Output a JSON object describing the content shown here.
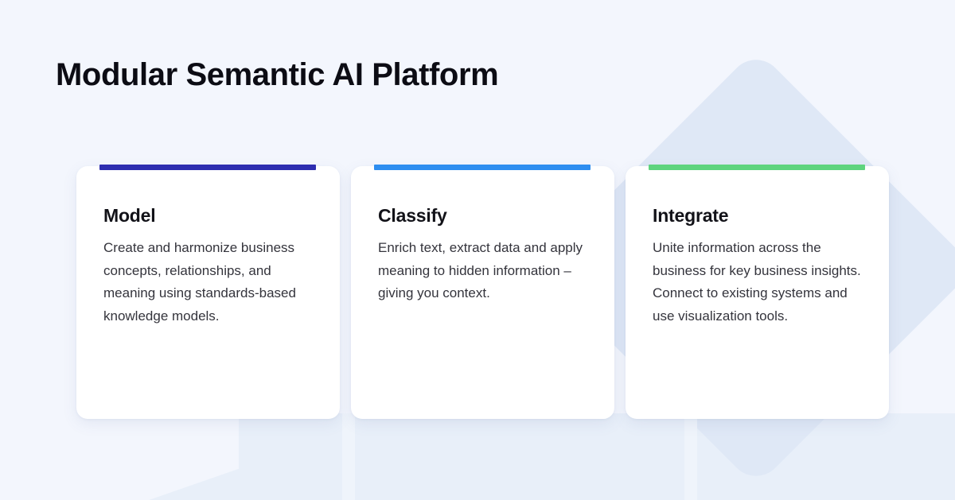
{
  "page": {
    "title": "Modular Semantic AI Platform",
    "background_color": "#f3f6fd",
    "decor_color": "#dfe8f6"
  },
  "cards": [
    {
      "title": "Model",
      "text": "Create and harmonize business concepts, relationships, and meaning using standards-based knowledge models.",
      "accent_color": "#2e2eb0"
    },
    {
      "title": "Classify",
      "text": "Enrich text, extract data and apply meaning to hidden information – giving you context.",
      "accent_color": "#2e8ef0"
    },
    {
      "title": "Integrate",
      "text": "Unite information across the business for key business insights. Connect to existing systems and use visualization tools.",
      "accent_color": "#5ed47e"
    }
  ]
}
